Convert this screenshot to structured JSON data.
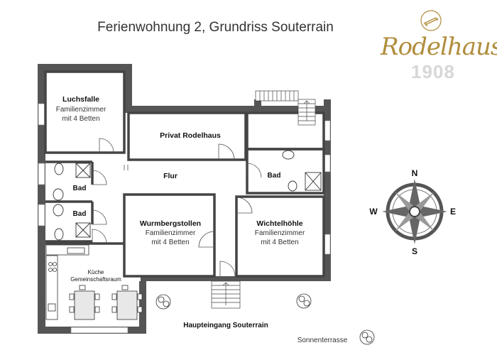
{
  "title": "Ferienwohnung 2, Grundriss Souterrain",
  "logo": {
    "name": "Rodelhaus",
    "year": "1908"
  },
  "rooms": {
    "luchsfalle": {
      "name": "Luchsfalle",
      "line1": "Familienzimmer",
      "line2": "mit 4 Betten"
    },
    "privat": {
      "name": "Privat Rodelhaus"
    },
    "flur": {
      "name": "Flur"
    },
    "bad_left_top": {
      "name": "Bad"
    },
    "bad_left_bottom": {
      "name": "Bad"
    },
    "bad_right": {
      "name": "Bad"
    },
    "wurmbergstollen": {
      "name": "Wurmbergstollen",
      "line1": "Familienzimmer",
      "line2": "mit 4 Betten"
    },
    "wichtelhoehle": {
      "name": "Wichtelhöhle",
      "line1": "Familienzimmer",
      "line2": "mit 4 Betten"
    },
    "kueche": {
      "line1": "Küche",
      "line2": "Gemeinschaftsraum"
    }
  },
  "labels": {
    "entrance": "Haupteingang Souterrain",
    "terrace": "Sonnenterrasse"
  },
  "compass": {
    "n": "N",
    "e": "E",
    "s": "S",
    "w": "W"
  }
}
